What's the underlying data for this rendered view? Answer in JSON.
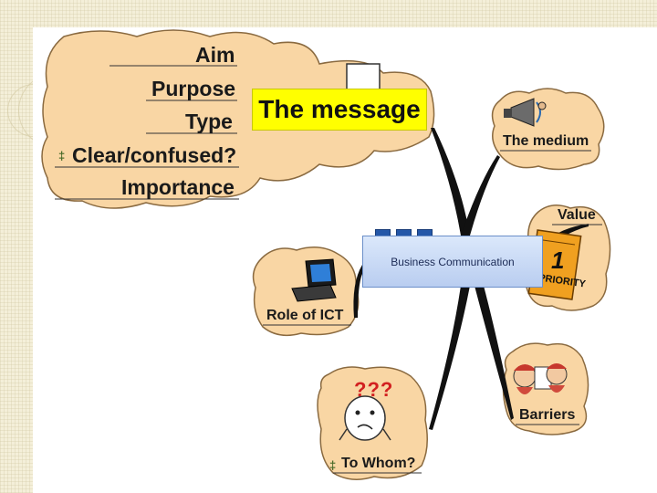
{
  "diagram": {
    "central_topic": "Business Communication",
    "main_branch": {
      "label": "The message",
      "sub_items": [
        "Aim",
        "Purpose",
        "Type",
        "Clear/confused?",
        "Importance"
      ]
    },
    "branches": [
      {
        "label": "The medium",
        "icon": "megaphone-icon"
      },
      {
        "label": "Value",
        "icon": "priority-calendar-icon"
      },
      {
        "label": "Role of ICT",
        "icon": "laptop-icon"
      },
      {
        "label": "Barriers",
        "icon": "people-icon"
      },
      {
        "label": "To Whom?",
        "icon": "confused-face-icon"
      }
    ],
    "priority_badge": {
      "number": "1",
      "text": "PRIORITY"
    },
    "question_marks": "???",
    "colors": {
      "cloud_fill": "#f9d6a4",
      "cloud_stroke": "#8a6a40",
      "message_highlight": "#ffff00",
      "central_fill": "#c9daf5",
      "central_tab": "#2457a8"
    }
  }
}
